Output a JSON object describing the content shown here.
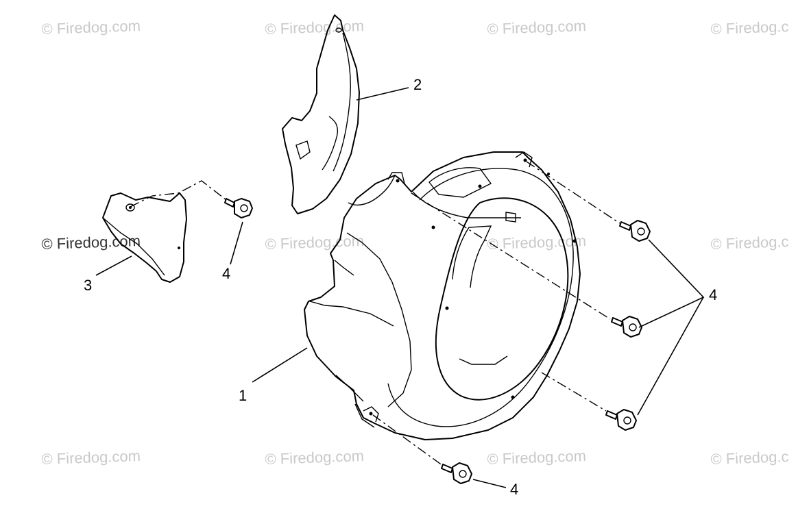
{
  "watermark": {
    "text": "© Firedog.com",
    "text_clipped": "© Firedog.c"
  },
  "callouts": {
    "part_1": "1",
    "part_2": "2",
    "part_3": "3",
    "part_4": "4"
  },
  "colors": {
    "line": "#000000",
    "watermark": "#c9c9c9",
    "background": "#ffffff"
  }
}
